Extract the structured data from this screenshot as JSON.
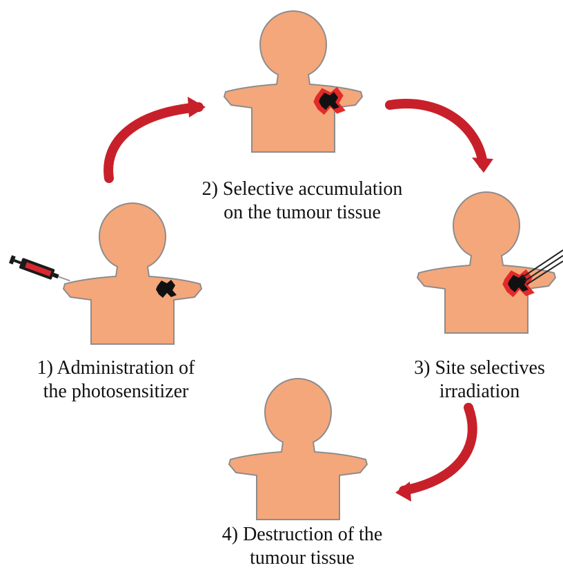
{
  "colors": {
    "skin": "#F4A77B",
    "outline": "#8C8C8C",
    "arrow": "#C8202A",
    "tumour": "#111111",
    "halo": "#E32A2A",
    "syringe_body": "#1A1A1A",
    "syringe_fluid": "#D8282F"
  },
  "steps": [
    {
      "line1": "1) Administration of",
      "line2": "the photosensitizer"
    },
    {
      "line1": "2) Selective accumulation",
      "line2": "on the tumour tissue"
    },
    {
      "line1": "3)  Site selectives",
      "line2": "irradiation"
    },
    {
      "line1": "4)  Destruction of the",
      "line2": "tumour tissue"
    }
  ]
}
